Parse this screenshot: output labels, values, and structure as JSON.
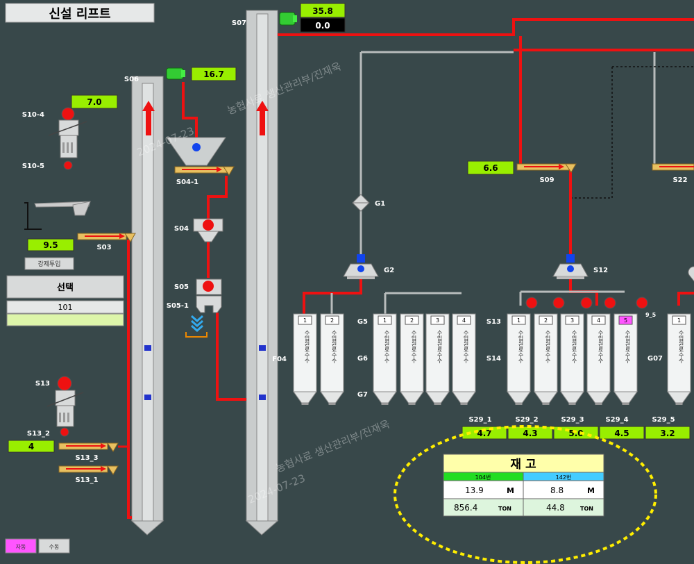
{
  "screen": {
    "title": "신설 리프트",
    "watermark": "농협사료 생산관리부/진재욱",
    "watermark_date": "2024-07-23"
  },
  "equipment_labels": {
    "s07": "S07",
    "s06": "S06",
    "s10_4": "S10-4",
    "s10_5": "S10-5",
    "s03": "S03",
    "s04_1": "S04-1",
    "s04": "S04",
    "s05": "S05",
    "s05_1": "S05-1",
    "s13": "S13",
    "s13_2": "S13_2",
    "s13_3": "S13_3",
    "s13_1": "S13_1",
    "f04": "F04",
    "g1": "G1",
    "g2": "G2",
    "g5": "G5",
    "g6": "G6",
    "g7": "G7",
    "s12": "S12",
    "s09": "S09",
    "s22": "S22",
    "s13r": "S13",
    "s14": "S14",
    "g07": "G07",
    "s29_1": "S29_1",
    "s29_2": "S29_2",
    "s29_3": "S29_3",
    "s29_4": "S29_4",
    "s29_5": "S29_5",
    "bin9_5": "9_5"
  },
  "readings": {
    "s07_top": "35.8",
    "s07_bottom": "0.0",
    "s06": "16.7",
    "s10_4": "7.0",
    "s03": "9.5",
    "s13_2": "4",
    "s09": "6.6",
    "s29": [
      "4.7",
      "4.3",
      "5.0",
      "4.5",
      "3.2"
    ]
  },
  "controls": {
    "force_input": "강제투입",
    "select": "선택",
    "select_value": "101",
    "auto": "자동",
    "manual": "수동"
  },
  "bins": {
    "left_group": [
      "1",
      "2"
    ],
    "mid_group": [
      "1",
      "2",
      "3",
      "4"
    ],
    "right_group": [
      "1",
      "2",
      "3",
      "4",
      "5"
    ],
    "far_right": [
      "1"
    ],
    "vertical_text": "수입원료수수"
  },
  "inventory": {
    "title": "재 고",
    "col1_header": "104번",
    "col2_header": "142번",
    "col1_m": "13.9",
    "col2_m": "8.8",
    "unit_m": "M",
    "col1_ton": "856.4",
    "col2_ton": "44.8",
    "unit_ton": "TON"
  },
  "colors": {
    "background": "#38484a",
    "active_line": "#ee1111",
    "idle_line": "#b8bcbc",
    "value_box": "#99ee00",
    "selected_bin": "#ff55ff",
    "inventory_title": "#ffffaa",
    "col1_header": "#22dd22",
    "col2_header": "#44ccff",
    "highlight_ring": "#ffee00"
  }
}
